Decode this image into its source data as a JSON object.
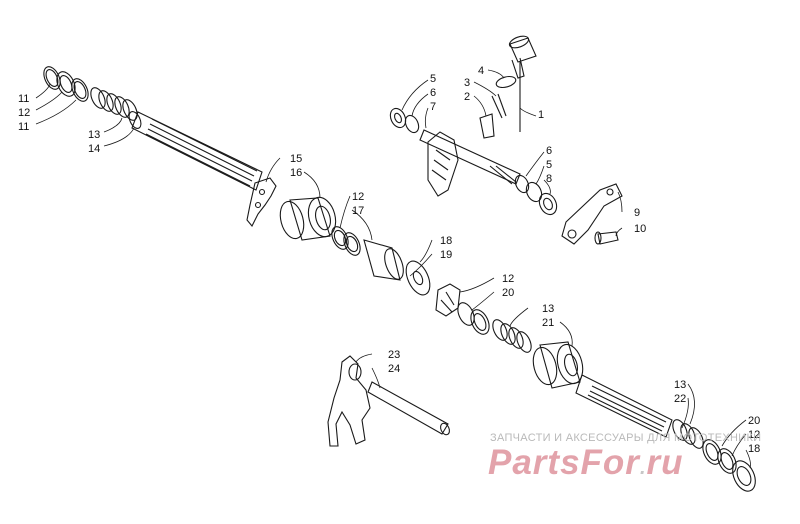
{
  "callouts": [
    {
      "id": "c11a",
      "text": "11"
    },
    {
      "id": "c12a",
      "text": "12"
    },
    {
      "id": "c11b",
      "text": "11"
    },
    {
      "id": "c13a",
      "text": "13"
    },
    {
      "id": "c14",
      "text": "14"
    },
    {
      "id": "c15",
      "text": "15"
    },
    {
      "id": "c16",
      "text": "16"
    },
    {
      "id": "c12b",
      "text": "12"
    },
    {
      "id": "c17",
      "text": "17"
    },
    {
      "id": "c18a",
      "text": "18"
    },
    {
      "id": "c19",
      "text": "19"
    },
    {
      "id": "c12c",
      "text": "12"
    },
    {
      "id": "c20a",
      "text": "20"
    },
    {
      "id": "c13b",
      "text": "13"
    },
    {
      "id": "c21",
      "text": "21"
    },
    {
      "id": "c23",
      "text": "23"
    },
    {
      "id": "c24",
      "text": "24"
    },
    {
      "id": "c13c",
      "text": "13"
    },
    {
      "id": "c22",
      "text": "22"
    },
    {
      "id": "c20b",
      "text": "20"
    },
    {
      "id": "c12d",
      "text": "12"
    },
    {
      "id": "c18b",
      "text": "18"
    },
    {
      "id": "c4",
      "text": "4"
    },
    {
      "id": "c3",
      "text": "3"
    },
    {
      "id": "c2",
      "text": "2"
    },
    {
      "id": "c1",
      "text": "1"
    },
    {
      "id": "c5a",
      "text": "5"
    },
    {
      "id": "c6a",
      "text": "6"
    },
    {
      "id": "c7",
      "text": "7"
    },
    {
      "id": "c6b",
      "text": "6"
    },
    {
      "id": "c5b",
      "text": "5"
    },
    {
      "id": "c8",
      "text": "8"
    },
    {
      "id": "c9",
      "text": "9"
    },
    {
      "id": "c10",
      "text": "10"
    }
  ],
  "watermark": {
    "subtitle": "ЗАПЧАСТИ И АКСЕССУАРЫ ДЛЯ МОТОТЕХНИКИ",
    "logo_left": "PartsFor",
    "logo_right": "ru",
    "logo_color": "#e3a3ab"
  }
}
